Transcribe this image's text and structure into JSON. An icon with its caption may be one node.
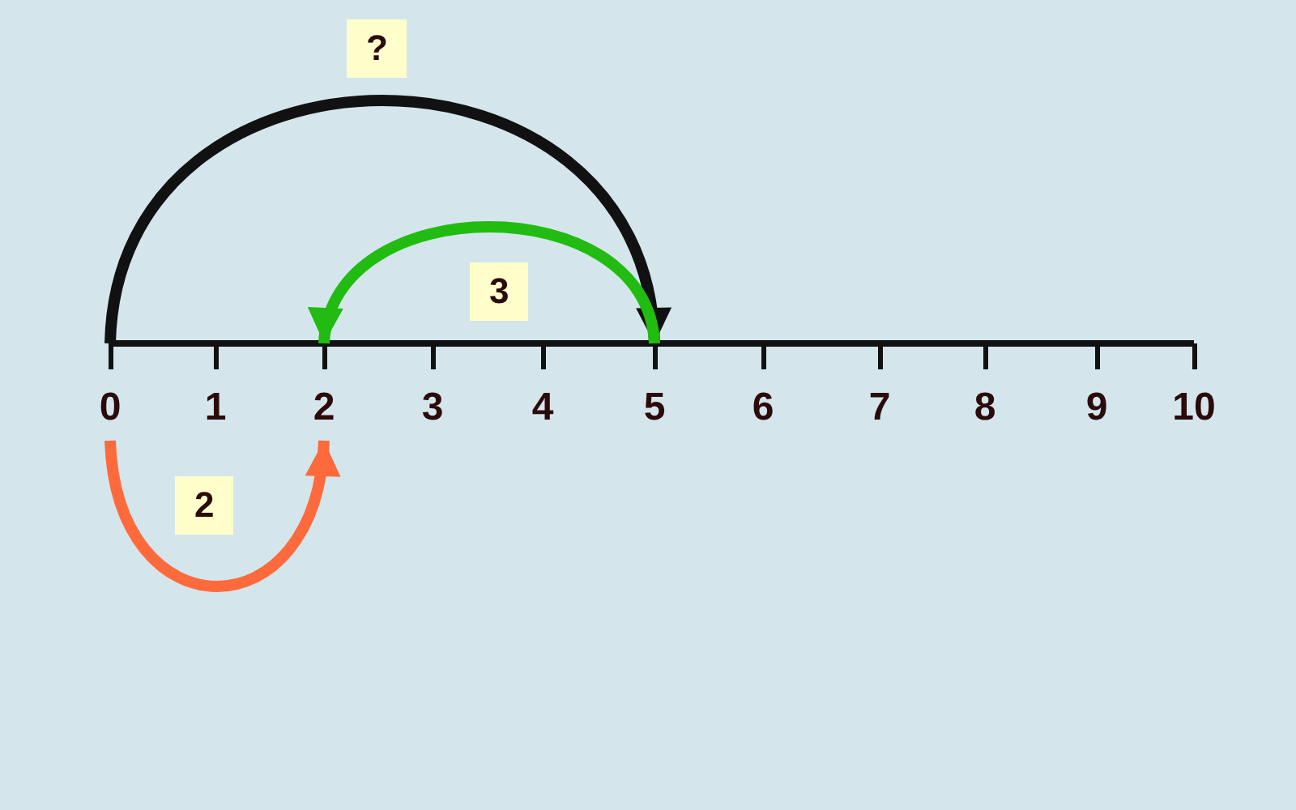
{
  "diagram": {
    "nodes": [
      {
        "text": [
          "0"
        ]
      },
      {
        "text": [
          "1"
        ]
      },
      {
        "text": [
          "2"
        ]
      },
      {
        "text": [
          "3"
        ]
      },
      {
        "text": [
          "4"
        ]
      },
      {
        "text": [
          "5"
        ]
      },
      {
        "text": [
          "6"
        ]
      },
      {
        "text": [
          "7"
        ]
      },
      {
        "text": [
          "8"
        ]
      },
      {
        "text": [
          "9"
        ]
      },
      {
        "text": [
          "10"
        ]
      }
    ],
    "edges": [
      {
        "from": 0,
        "to": 5,
        "arrow": "to",
        "label": "?",
        "color": "#111111"
      },
      {
        "from": 5,
        "to": 2,
        "arrow": "to",
        "label": "3",
        "color": "#22bb11"
      },
      {
        "from": 0,
        "to": 2,
        "arrow": "to",
        "label": "2",
        "color": "#ff6a3d"
      }
    ]
  }
}
